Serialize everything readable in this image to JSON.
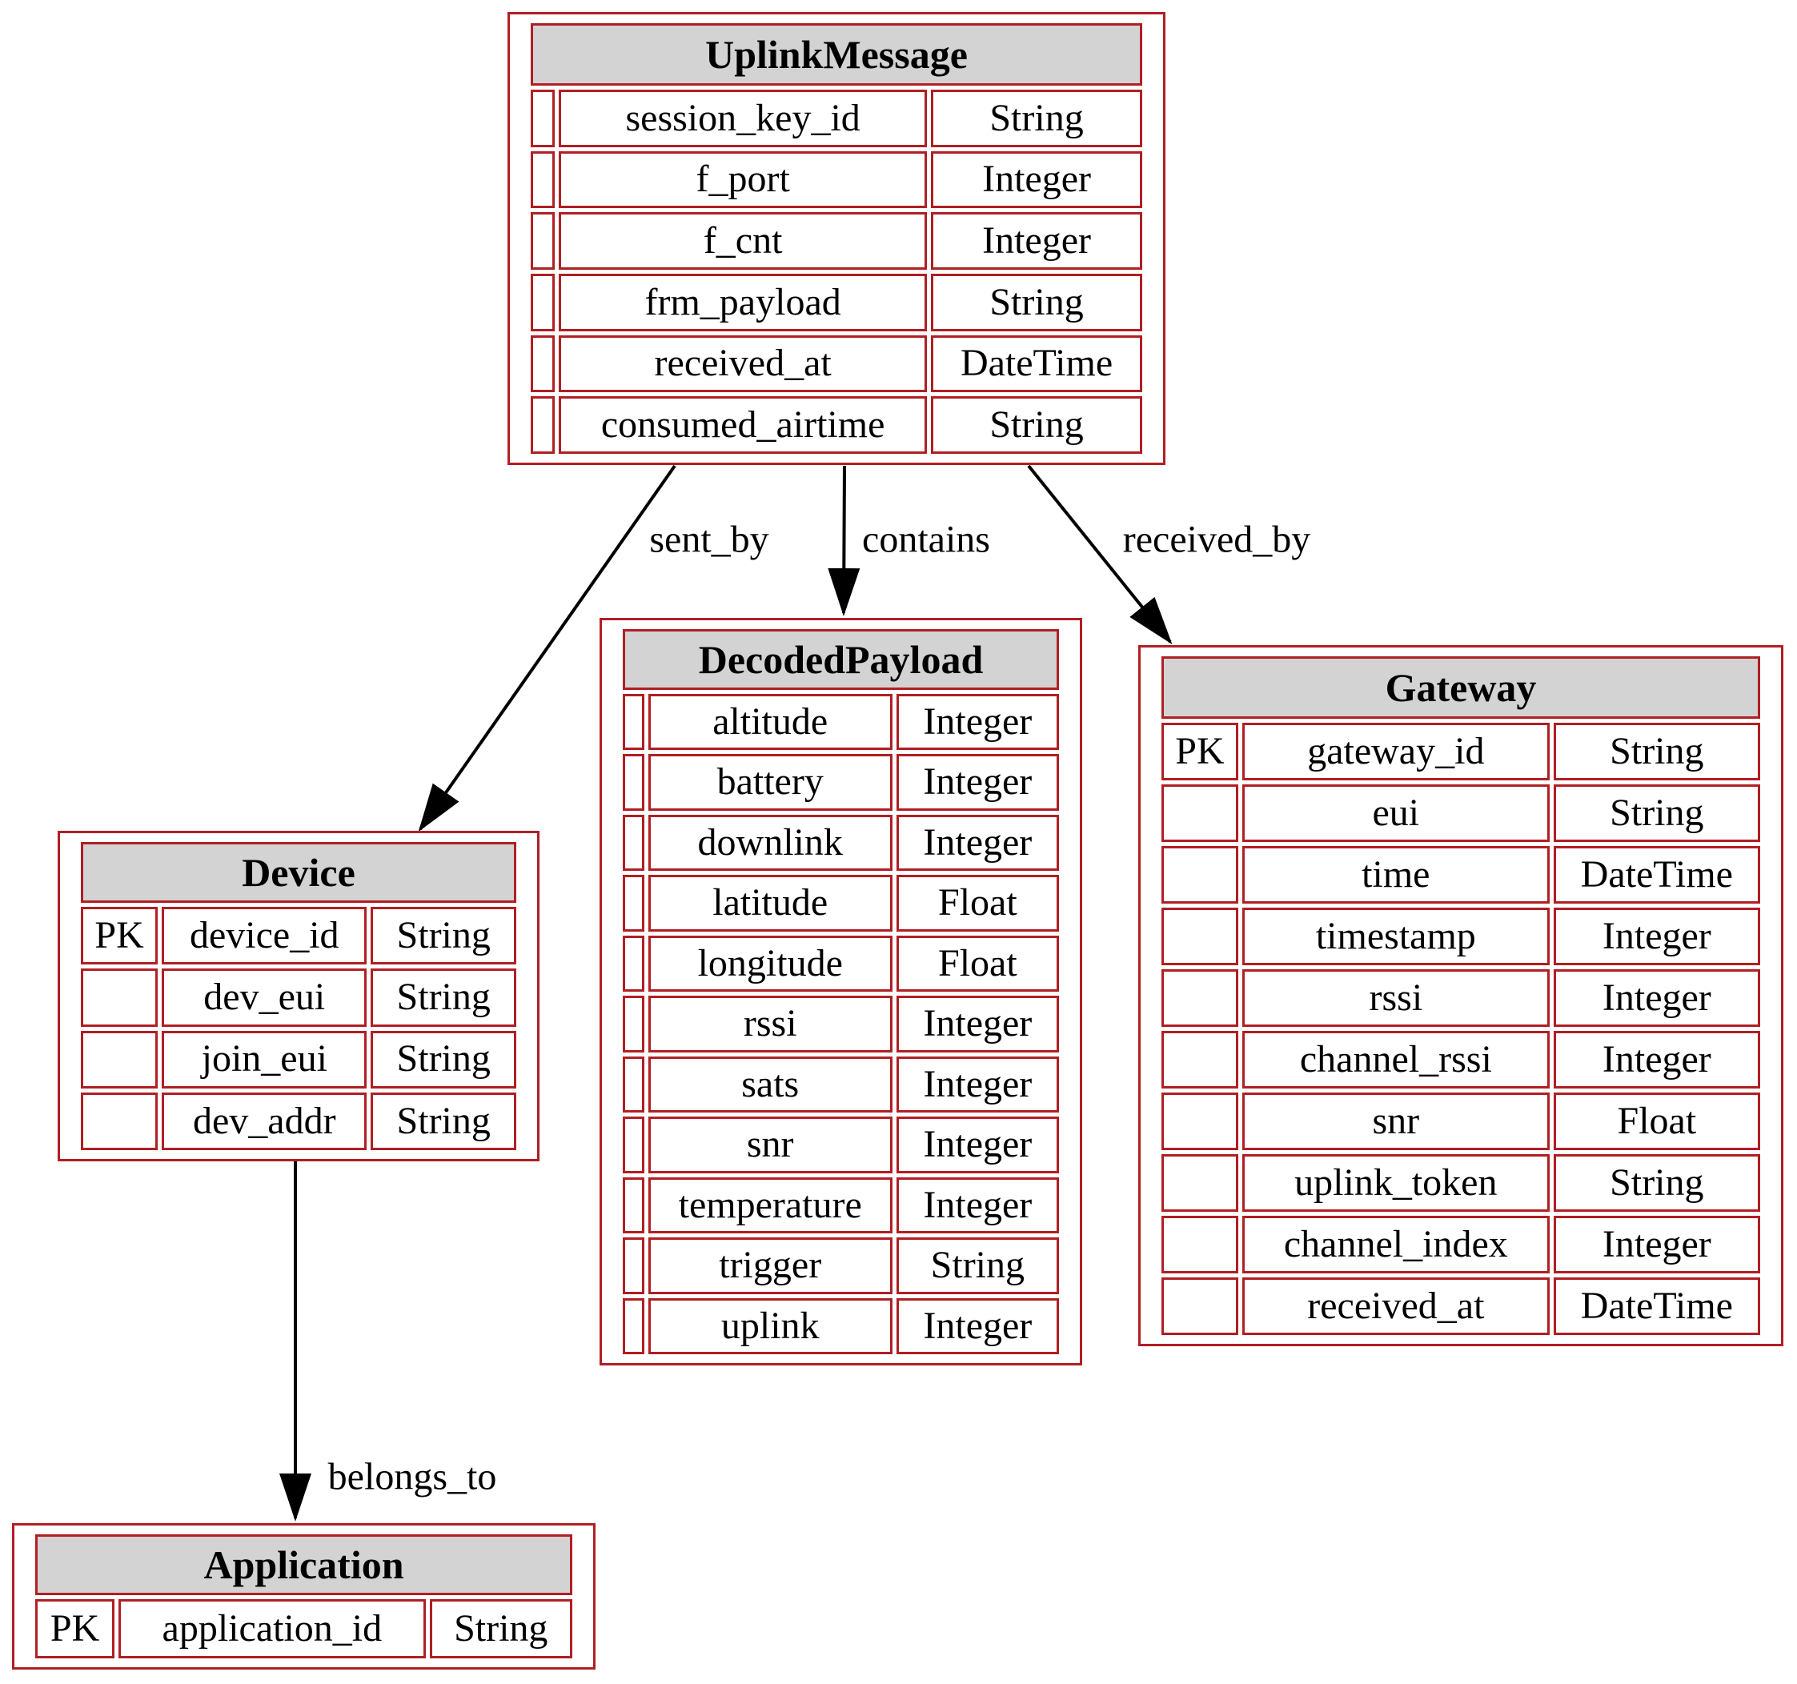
{
  "colors": {
    "border": "#B01F24",
    "header_fill": "#D3D3D3",
    "text": "#000000",
    "arrow": "#000000",
    "background": "#FFFFFF"
  },
  "entities": [
    {
      "name": "UplinkMessage",
      "rows": [
        {
          "key": "",
          "field": "session_key_id",
          "type": "String"
        },
        {
          "key": "",
          "field": "f_port",
          "type": "Integer"
        },
        {
          "key": "",
          "field": "f_cnt",
          "type": "Integer"
        },
        {
          "key": "",
          "field": "frm_payload",
          "type": "String"
        },
        {
          "key": "",
          "field": "received_at",
          "type": "DateTime"
        },
        {
          "key": "",
          "field": "consumed_airtime",
          "type": "String"
        }
      ]
    },
    {
      "name": "DecodedPayload",
      "rows": [
        {
          "key": "",
          "field": "altitude",
          "type": "Integer"
        },
        {
          "key": "",
          "field": "battery",
          "type": "Integer"
        },
        {
          "key": "",
          "field": "downlink",
          "type": "Integer"
        },
        {
          "key": "",
          "field": "latitude",
          "type": "Float"
        },
        {
          "key": "",
          "field": "longitude",
          "type": "Float"
        },
        {
          "key": "",
          "field": "rssi",
          "type": "Integer"
        },
        {
          "key": "",
          "field": "sats",
          "type": "Integer"
        },
        {
          "key": "",
          "field": "snr",
          "type": "Integer"
        },
        {
          "key": "",
          "field": "temperature",
          "type": "Integer"
        },
        {
          "key": "",
          "field": "trigger",
          "type": "String"
        },
        {
          "key": "",
          "field": "uplink",
          "type": "Integer"
        }
      ]
    },
    {
      "name": "Gateway",
      "rows": [
        {
          "key": "PK",
          "field": "gateway_id",
          "type": "String"
        },
        {
          "key": "",
          "field": "eui",
          "type": "String"
        },
        {
          "key": "",
          "field": "time",
          "type": "DateTime"
        },
        {
          "key": "",
          "field": "timestamp",
          "type": "Integer"
        },
        {
          "key": "",
          "field": "rssi",
          "type": "Integer"
        },
        {
          "key": "",
          "field": "channel_rssi",
          "type": "Integer"
        },
        {
          "key": "",
          "field": "snr",
          "type": "Float"
        },
        {
          "key": "",
          "field": "uplink_token",
          "type": "String"
        },
        {
          "key": "",
          "field": "channel_index",
          "type": "Integer"
        },
        {
          "key": "",
          "field": "received_at",
          "type": "DateTime"
        }
      ]
    },
    {
      "name": "Device",
      "rows": [
        {
          "key": "PK",
          "field": "device_id",
          "type": "String"
        },
        {
          "key": "",
          "field": "dev_eui",
          "type": "String"
        },
        {
          "key": "",
          "field": "join_eui",
          "type": "String"
        },
        {
          "key": "",
          "field": "dev_addr",
          "type": "String"
        }
      ]
    },
    {
      "name": "Application",
      "rows": [
        {
          "key": "PK",
          "field": "application_id",
          "type": "String"
        }
      ]
    }
  ],
  "relationships": [
    {
      "label": "sent_by",
      "from": "UplinkMessage",
      "to": "Device"
    },
    {
      "label": "contains",
      "from": "UplinkMessage",
      "to": "DecodedPayload"
    },
    {
      "label": "received_by",
      "from": "UplinkMessage",
      "to": "Gateway"
    },
    {
      "label": "belongs_to",
      "from": "Device",
      "to": "Application"
    }
  ]
}
